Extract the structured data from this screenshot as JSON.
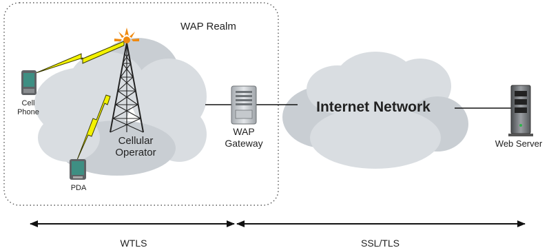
{
  "diagram": {
    "realm_label": "WAP Realm",
    "cell_phone_label_line1": "Cell",
    "cell_phone_label_line2": "Phone",
    "pda_label": "PDA",
    "operator_label_line1": "Cellular",
    "operator_label_line2": "Operator",
    "gateway_label_line1": "WAP",
    "gateway_label_line2": "Gateway",
    "internet_label": "Internet Network",
    "web_server_label": "Web Server",
    "wtls_label": "WTLS",
    "ssl_label": "SSL/TLS"
  },
  "colors": {
    "cloud": "#d9dde1",
    "cloud_shade": "#c9ced3",
    "lightning": "#f3f200",
    "lightning_edge": "#3a3a00",
    "device": "#5f6265",
    "screen": "#3e8f83",
    "tower": "#222222",
    "tower_top": "#f08a10",
    "line": "#111111"
  }
}
